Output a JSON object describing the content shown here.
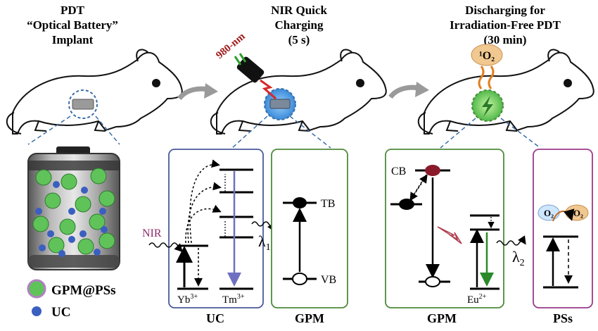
{
  "panels": {
    "left": {
      "title_lines": [
        "PDT",
        "“Optical Battery”",
        "Implant"
      ]
    },
    "middle": {
      "title_lines": [
        "NIR Quick",
        "Charging",
        "(5 s)"
      ],
      "laser_label": "980-nm"
    },
    "right": {
      "title_lines": [
        "Discharging for",
        "Irradiation-Free PDT",
        "(30 min)"
      ],
      "singlet_label": "¹O₂"
    }
  },
  "legend": {
    "gpm_pss": "GPM@PSs",
    "uc": "UC"
  },
  "uc_box": {
    "nir": "NIR",
    "yb": "Yb",
    "yb_sup": "3+",
    "tm": "Tm",
    "tm_sup": "3+",
    "caption": "UC",
    "lambda1": "λ",
    "lambda1_sub": "1"
  },
  "gpm_box": {
    "tb": "TB",
    "vb": "VB",
    "caption": "GPM"
  },
  "gpm2_box": {
    "cb": "CB",
    "eu": "Eu",
    "eu_sup": "2+",
    "caption": "GPM",
    "lambda2": "λ",
    "lambda2_sub": "2"
  },
  "pss_box": {
    "o2": "O₂",
    "singlet": "¹O₂",
    "caption": "PSs"
  },
  "colors": {
    "uc_border": "#4a5a9a",
    "gpm_border": "#4e8a3a",
    "pss_border": "#9a3a8a",
    "green_dot": "#5fc35a",
    "blue_dot": "#3a5fc0",
    "red_dot": "#8a1a2a",
    "nir_purple": "#8a2a6a",
    "tm_arrow": "#7070c0",
    "eu_arrow": "#2a8a2a"
  }
}
